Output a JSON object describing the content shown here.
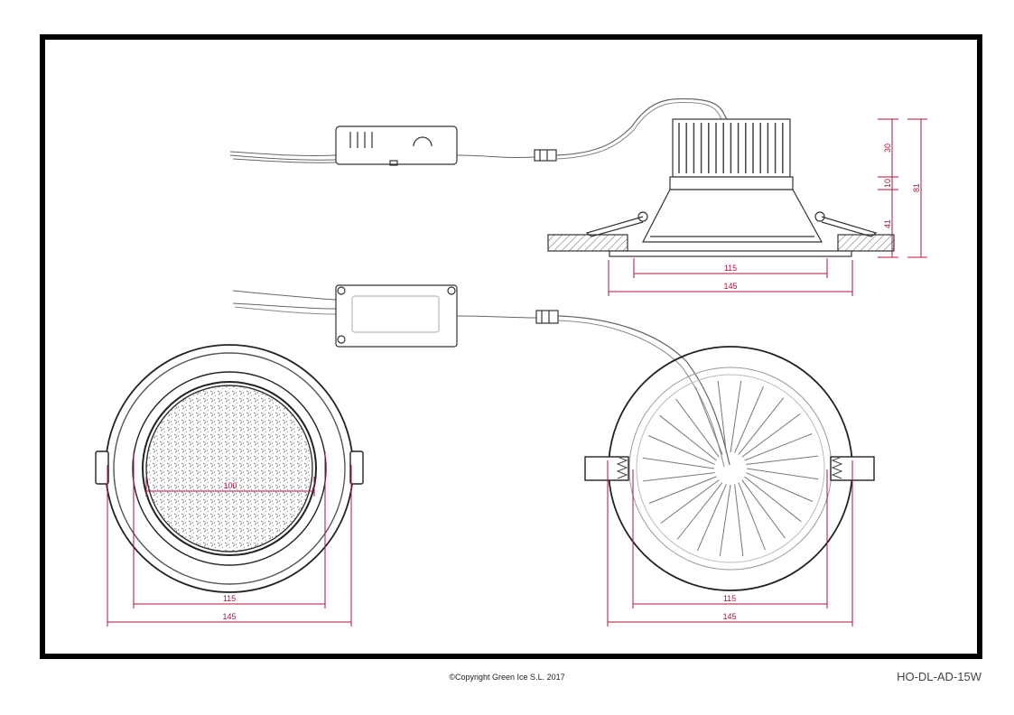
{
  "colors": {
    "frame": "#000000",
    "line": "#333333",
    "dimension": "#b5123a",
    "light_line": "#999999"
  },
  "side_view": {
    "dim_width_inner": "115",
    "dim_width_outer": "145",
    "dim_height_heatsink": "30",
    "dim_height_middle": "10",
    "dim_height_bottom": "41",
    "dim_height_total": "81"
  },
  "front_view": {
    "dim_diffuser": "100",
    "dim_cutout": "115",
    "dim_outer": "145"
  },
  "back_view": {
    "dim_cutout": "115",
    "dim_outer": "145"
  },
  "footer": {
    "copyright": "©Copyright Green Ice S.L. 2017",
    "model_code": "HO-DL-AD-15W"
  }
}
